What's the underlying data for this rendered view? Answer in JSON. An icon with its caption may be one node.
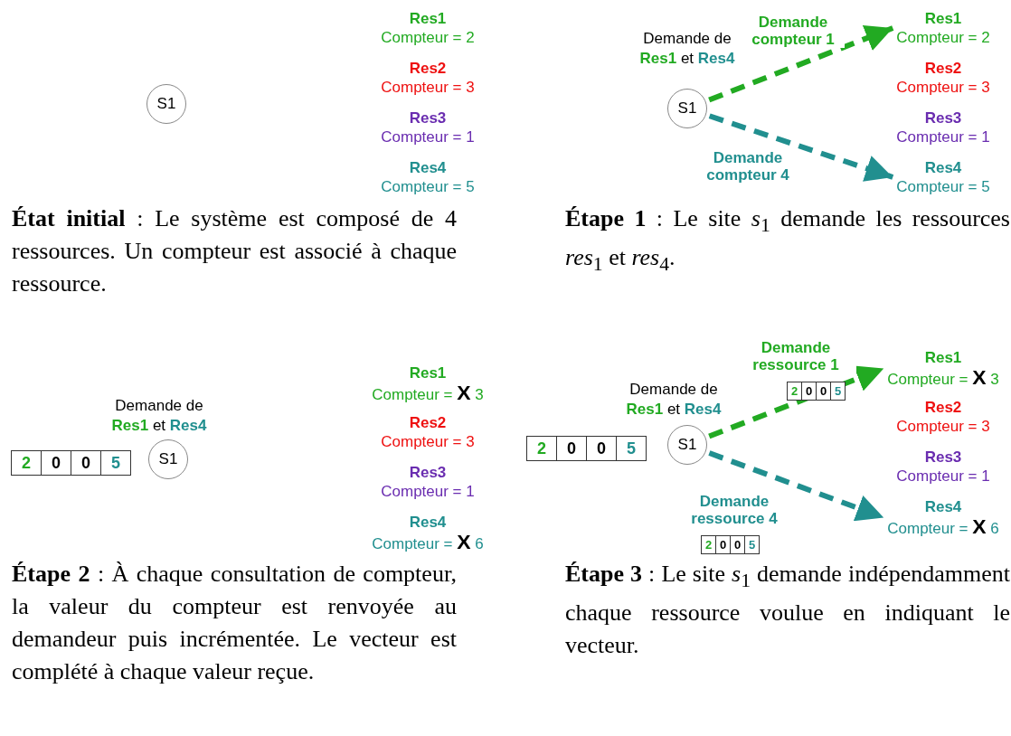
{
  "diagram": {
    "nodes": [
      {
        "text": [
          "S1"
        ]
      },
      {
        "text": [
          "Res1",
          "Compteur = 2"
        ]
      },
      {
        "text": [
          "Res2",
          "Compteur = 3"
        ]
      },
      {
        "text": [
          "Res3",
          "Compteur = 1"
        ]
      },
      {
        "text": [
          "Res4",
          "Compteur = 5"
        ]
      },
      {
        "text": [
          "S1"
        ],
        "beside": [
          "Demande de **Res1** et **Res4**"
        ]
      },
      {
        "text": [
          "Res1",
          "Compteur = 2"
        ]
      },
      {
        "text": [
          "Res2",
          "Compteur = 3"
        ]
      },
      {
        "text": [
          "Res3",
          "Compteur = 1"
        ]
      },
      {
        "text": [
          "Res4",
          "Compteur = 5"
        ]
      },
      {
        "text": [
          "S1"
        ],
        "beside": [
          "Demande de **Res1** et **Res4**"
        ]
      },
      {
        "text": [
          "Res1",
          "Compteur = **X** 3"
        ]
      },
      {
        "text": [
          "Res2",
          "Compteur = 3"
        ]
      },
      {
        "text": [
          "Res3",
          "Compteur = 1"
        ]
      },
      {
        "text": [
          "Res4",
          "Compteur = **X** 6"
        ]
      },
      {
        "text": [
          "S1"
        ],
        "beside": [
          "Demande de **Res1** et **Res4**"
        ]
      },
      {
        "text": [
          "Res1",
          "Compteur = **X** 3"
        ]
      },
      {
        "text": [
          "Res2",
          "Compteur = 3"
        ]
      },
      {
        "text": [
          "Res3",
          "Compteur = 1"
        ]
      },
      {
        "text": [
          "Res4",
          "Compteur = **X** 6"
        ]
      }
    ],
    "edges": [
      {
        "from": 5,
        "to": 6,
        "arrow": "to",
        "label": "Demande compteur 1",
        "style": "dashed",
        "color": "#22aa22"
      },
      {
        "from": 5,
        "to": 9,
        "arrow": "to",
        "label": "Demande compteur 4",
        "style": "dashed",
        "color": "#218f8f"
      },
      {
        "from": 15,
        "to": 16,
        "arrow": "to",
        "label": "Demande ressource 1",
        "style": "dashed",
        "color": "#22aa22"
      },
      {
        "from": 15,
        "to": 19,
        "arrow": "to",
        "label": "Demande ressource 4",
        "style": "dashed",
        "color": "#218f8f"
      }
    ],
    "labels": [
      "**État initial** : Le système est composé de 4 ressources. Un compteur est associé à chaque ressource.",
      "**Étape 1** : Le site *s*$_{1}$ demande les ressources *res*$_{1}$ et *res*$_{4}$.",
      "2",
      "0",
      "0",
      "5",
      "2",
      "0",
      "0",
      "5",
      "2",
      "0",
      "0",
      "5",
      "2",
      "0",
      "0",
      "5",
      "**Étape 2** : À chaque consultation de compteur, la valeur du compteur est renvoyée au demandeur puis incrémentée. Le vecteur est complété à chaque valeur reçue.",
      "**Étape 3** : Le site *s*$_{1}$ demande indépendamment chaque ressource voulue en indiquant le vecteur."
    ]
  }
}
